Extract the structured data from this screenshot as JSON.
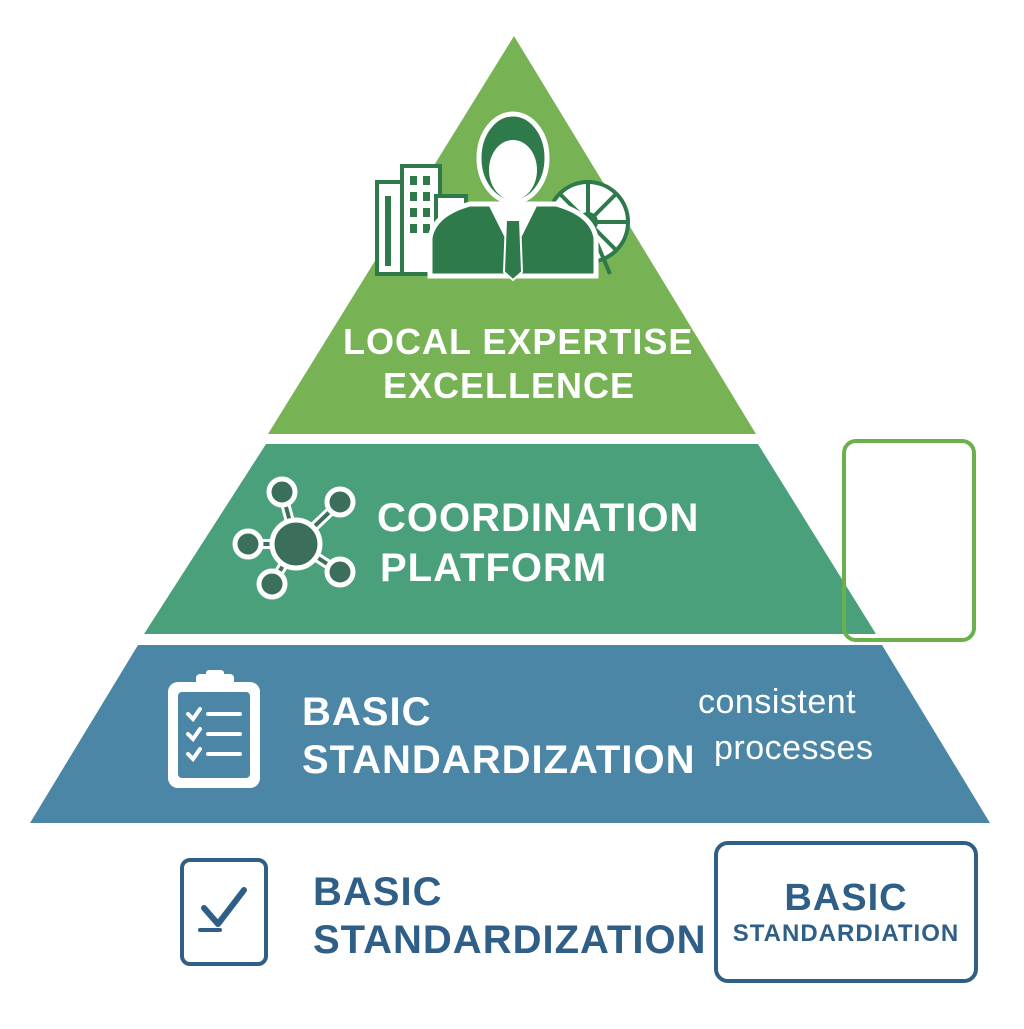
{
  "tiers": {
    "top": {
      "line1": "LOCAL EXPERTISE",
      "line2": "EXCELLENCE",
      "color": "#77b255",
      "icons": [
        "building-icon",
        "businessman-icon",
        "ferris-wheel-icon"
      ]
    },
    "middle": {
      "line1": "COORDINATION",
      "line2": "PLATFORM",
      "color": "#4aa07a",
      "icon": "network-hub-icon"
    },
    "bottom": {
      "line1": "BASIC",
      "line2": "STANDARDIZATION",
      "note_line1": "consistent",
      "note_line2": "processes",
      "color": "#4b86a6",
      "icon": "clipboard-checklist-icon"
    }
  },
  "side_box": {
    "color": "#6ab04c"
  },
  "footer": {
    "line1": "BASIC",
    "line2": "STANDARDIZATION",
    "icon": "checkbox-icon",
    "box_line1": "BASIC",
    "box_line2": "STANDARDIATION",
    "color": "#2f5f86"
  }
}
